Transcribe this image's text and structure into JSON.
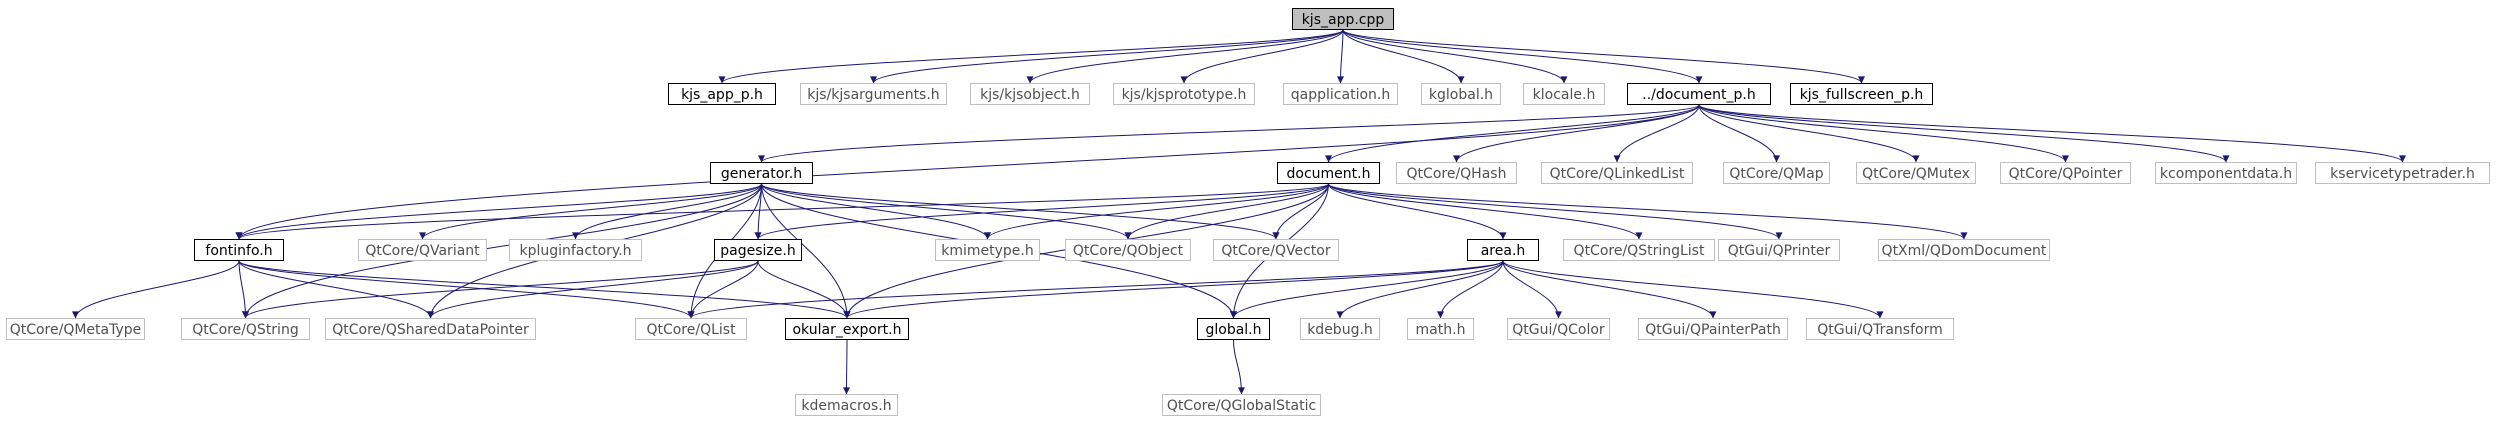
{
  "graph": {
    "colors": {
      "edge": "#191970",
      "node_border": "#000000",
      "external_border": "#bfbfbf",
      "root_fill": "#bfbfbf",
      "background": "#ffffff"
    },
    "nodes": [
      {
        "id": "kjs_app",
        "label": "kjs_app.cpp",
        "kind": "root"
      },
      {
        "id": "kjs_app_p",
        "label": "kjs_app_p.h",
        "kind": "local"
      },
      {
        "id": "kjsarguments",
        "label": "kjs/kjsarguments.h",
        "kind": "external"
      },
      {
        "id": "kjsobject",
        "label": "kjs/kjsobject.h",
        "kind": "external"
      },
      {
        "id": "kjsprototype",
        "label": "kjs/kjsprototype.h",
        "kind": "external"
      },
      {
        "id": "qapplication",
        "label": "qapplication.h",
        "kind": "external"
      },
      {
        "id": "kglobal",
        "label": "kglobal.h",
        "kind": "external"
      },
      {
        "id": "klocale",
        "label": "klocale.h",
        "kind": "external"
      },
      {
        "id": "document_p",
        "label": "../document_p.h",
        "kind": "local"
      },
      {
        "id": "kjs_fullscreen",
        "label": "kjs_fullscreen_p.h",
        "kind": "local"
      },
      {
        "id": "generator",
        "label": "generator.h",
        "kind": "local"
      },
      {
        "id": "document",
        "label": "document.h",
        "kind": "local"
      },
      {
        "id": "qhash",
        "label": "QtCore/QHash",
        "kind": "external"
      },
      {
        "id": "qlinkedlist",
        "label": "QtCore/QLinkedList",
        "kind": "external"
      },
      {
        "id": "qmap",
        "label": "QtCore/QMap",
        "kind": "external"
      },
      {
        "id": "qmutex",
        "label": "QtCore/QMutex",
        "kind": "external"
      },
      {
        "id": "qpointer",
        "label": "QtCore/QPointer",
        "kind": "external"
      },
      {
        "id": "kcomponentdata",
        "label": "kcomponentdata.h",
        "kind": "external"
      },
      {
        "id": "kservicetypetrader",
        "label": "kservicetypetrader.h",
        "kind": "external"
      },
      {
        "id": "fontinfo",
        "label": "fontinfo.h",
        "kind": "local"
      },
      {
        "id": "qvariant",
        "label": "QtCore/QVariant",
        "kind": "external"
      },
      {
        "id": "kpluginfactory",
        "label": "kpluginfactory.h",
        "kind": "external"
      },
      {
        "id": "pagesize",
        "label": "pagesize.h",
        "kind": "local"
      },
      {
        "id": "kmimetype",
        "label": "kmimetype.h",
        "kind": "external"
      },
      {
        "id": "qobject",
        "label": "QtCore/QObject",
        "kind": "external"
      },
      {
        "id": "qvector",
        "label": "QtCore/QVector",
        "kind": "external"
      },
      {
        "id": "area",
        "label": "area.h",
        "kind": "local"
      },
      {
        "id": "qstringlist",
        "label": "QtCore/QStringList",
        "kind": "external"
      },
      {
        "id": "qprinter",
        "label": "QtGui/QPrinter",
        "kind": "external"
      },
      {
        "id": "qdomdocument",
        "label": "QtXml/QDomDocument",
        "kind": "external"
      },
      {
        "id": "qmetatype",
        "label": "QtCore/QMetaType",
        "kind": "external"
      },
      {
        "id": "qstring",
        "label": "QtCore/QString",
        "kind": "external"
      },
      {
        "id": "qshareddatapointer",
        "label": "QtCore/QSharedDataPointer",
        "kind": "external"
      },
      {
        "id": "qlist",
        "label": "QtCore/QList",
        "kind": "external"
      },
      {
        "id": "okular_export",
        "label": "okular_export.h",
        "kind": "local"
      },
      {
        "id": "global",
        "label": "global.h",
        "kind": "local"
      },
      {
        "id": "kdebug",
        "label": "kdebug.h",
        "kind": "external"
      },
      {
        "id": "math",
        "label": "math.h",
        "kind": "external"
      },
      {
        "id": "qcolor",
        "label": "QtGui/QColor",
        "kind": "external"
      },
      {
        "id": "qpainterpath",
        "label": "QtGui/QPainterPath",
        "kind": "external"
      },
      {
        "id": "qtransform",
        "label": "QtGui/QTransform",
        "kind": "external"
      },
      {
        "id": "kdemacros",
        "label": "kdemacros.h",
        "kind": "external"
      },
      {
        "id": "qglobalstatic",
        "label": "QtCore/QGlobalStatic",
        "kind": "external"
      }
    ],
    "edges": [
      [
        "kjs_app",
        "kjs_app_p"
      ],
      [
        "kjs_app",
        "kjsarguments"
      ],
      [
        "kjs_app",
        "kjsobject"
      ],
      [
        "kjs_app",
        "kjsprototype"
      ],
      [
        "kjs_app",
        "qapplication"
      ],
      [
        "kjs_app",
        "kglobal"
      ],
      [
        "kjs_app",
        "klocale"
      ],
      [
        "kjs_app",
        "document_p"
      ],
      [
        "kjs_app",
        "kjs_fullscreen"
      ],
      [
        "document_p",
        "generator"
      ],
      [
        "document_p",
        "document"
      ],
      [
        "document_p",
        "fontinfo"
      ],
      [
        "document_p",
        "qhash"
      ],
      [
        "document_p",
        "qlinkedlist"
      ],
      [
        "document_p",
        "qmap"
      ],
      [
        "document_p",
        "qmutex"
      ],
      [
        "document_p",
        "qpointer"
      ],
      [
        "document_p",
        "kcomponentdata"
      ],
      [
        "document_p",
        "kservicetypetrader"
      ],
      [
        "generator",
        "fontinfo"
      ],
      [
        "generator",
        "qvariant"
      ],
      [
        "generator",
        "kpluginfactory"
      ],
      [
        "generator",
        "pagesize"
      ],
      [
        "generator",
        "kmimetype"
      ],
      [
        "generator",
        "qobject"
      ],
      [
        "generator",
        "qvector"
      ],
      [
        "generator",
        "qstring"
      ],
      [
        "generator",
        "qshareddatapointer"
      ],
      [
        "generator",
        "qlist"
      ],
      [
        "generator",
        "okular_export"
      ],
      [
        "generator",
        "global"
      ],
      [
        "document",
        "pagesize"
      ],
      [
        "document",
        "qobject"
      ],
      [
        "document",
        "qvector"
      ],
      [
        "document",
        "area"
      ],
      [
        "document",
        "qstringlist"
      ],
      [
        "document",
        "qprinter"
      ],
      [
        "document",
        "qdomdocument"
      ],
      [
        "document",
        "okular_export"
      ],
      [
        "document",
        "global"
      ],
      [
        "document",
        "fontinfo"
      ],
      [
        "document",
        "kmimetype"
      ],
      [
        "fontinfo",
        "qmetatype"
      ],
      [
        "fontinfo",
        "qstring"
      ],
      [
        "fontinfo",
        "qshareddatapointer"
      ],
      [
        "fontinfo",
        "qlist"
      ],
      [
        "fontinfo",
        "okular_export"
      ],
      [
        "pagesize",
        "qstring"
      ],
      [
        "pagesize",
        "qshareddatapointer"
      ],
      [
        "pagesize",
        "qlist"
      ],
      [
        "pagesize",
        "okular_export"
      ],
      [
        "area",
        "qlist"
      ],
      [
        "area",
        "okular_export"
      ],
      [
        "area",
        "global"
      ],
      [
        "area",
        "kdebug"
      ],
      [
        "area",
        "math"
      ],
      [
        "area",
        "qcolor"
      ],
      [
        "area",
        "qpainterpath"
      ],
      [
        "area",
        "qtransform"
      ],
      [
        "okular_export",
        "kdemacros"
      ],
      [
        "global",
        "qglobalstatic"
      ]
    ]
  }
}
